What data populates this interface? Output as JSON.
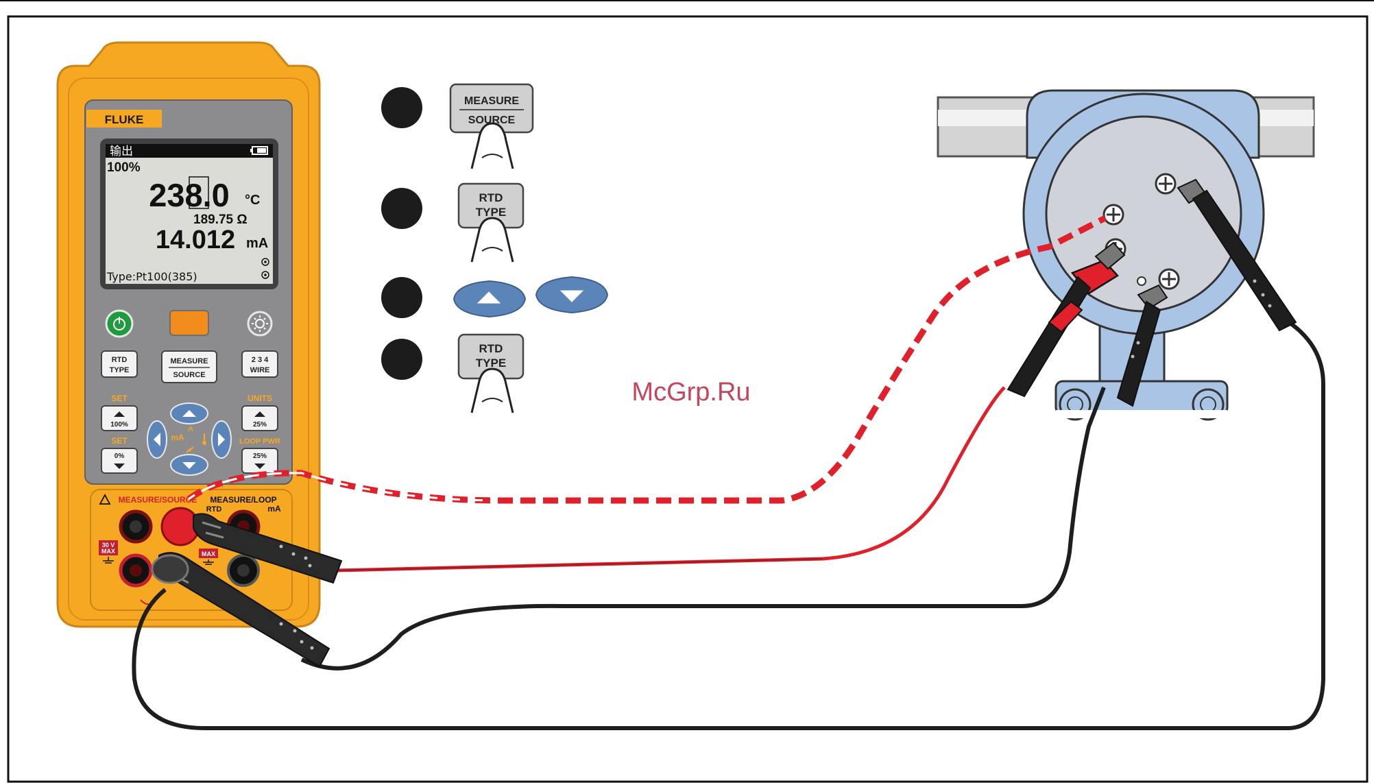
{
  "colors": {
    "meter_yellow": "#f7a823",
    "meter_panel": "#8c8c8e",
    "accent_orange": "#f28c1c",
    "lead_red": "#e0202a",
    "lead_black": "#1e1e1e",
    "transmitter_blue": "#aac4e6",
    "key_blue": "#5b84b8",
    "watermark": "#c0304a"
  },
  "meter": {
    "brand": "FLUKE",
    "display": {
      "header_label": "输出",
      "percent": "100%",
      "temperature_value": "238.0",
      "temperature_unit": "°C",
      "resistance": "189.75 Ω",
      "current_value": "14.012",
      "current_unit": "mA",
      "type_line": "Type:Pt100(385)"
    },
    "keys": {
      "rtd_type_line1": "RTD",
      "rtd_type_line2": "TYPE",
      "measure_line1": "MEASURE",
      "measure_line2": "SOURCE",
      "wire_line1": "2 3 4",
      "wire_line2": "WIRE",
      "set_label": "SET",
      "set_up_label": "100%",
      "set_down_label": "0%",
      "set_bottom_label": "SET",
      "units_label": "UNITS",
      "units_up_label": "25%",
      "loop_pwr_label": "LOOP PWR",
      "loop_down_label": "25%",
      "nav_ma": "mA"
    },
    "terminals": {
      "measure_source_label": "MEASURE/SOURCE",
      "measure_loop_label": "MEASURE/LOOP",
      "rtd_label": "RTD",
      "ma_label": "mA",
      "max_line1": "30 V",
      "max_line2": "MAX",
      "max2_label": "MAX"
    }
  },
  "steps": [
    {
      "keys": [
        {
          "icon": "measure-source-key",
          "line1": "MEASURE",
          "line2": "SOURCE"
        }
      ]
    },
    {
      "keys": [
        {
          "icon": "rtd-type-key",
          "line1": "RTD",
          "line2": "TYPE"
        }
      ]
    },
    {
      "keys": [
        {
          "icon": "up-arrow-key"
        },
        {
          "icon": "down-arrow-key"
        }
      ]
    },
    {
      "keys": [
        {
          "icon": "rtd-type-key",
          "line1": "RTD",
          "line2": "TYPE"
        }
      ]
    }
  ],
  "watermark": "McGrp.Ru"
}
